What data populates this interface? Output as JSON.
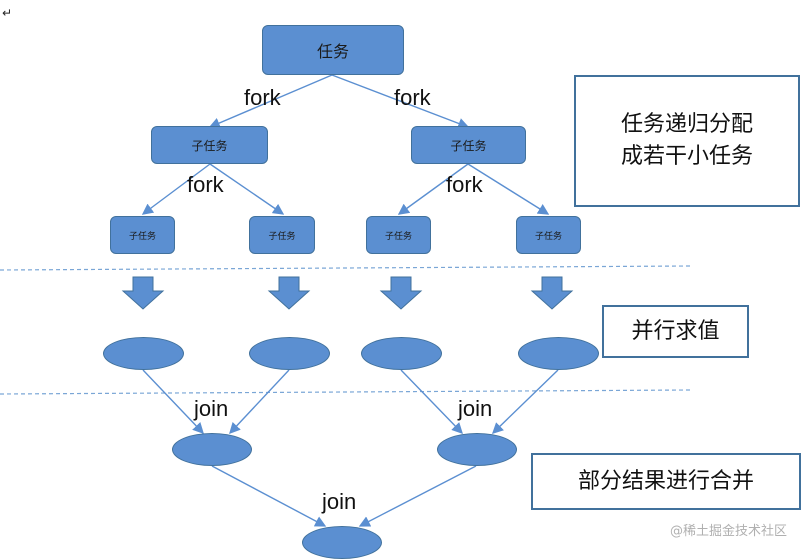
{
  "diagram": {
    "root": {
      "label": "任务"
    },
    "subtasks": [
      {
        "label": "子任务"
      },
      {
        "label": "子任务"
      }
    ],
    "leaf_tasks": [
      {
        "label": "子任务"
      },
      {
        "label": "子任务"
      },
      {
        "label": "子任务"
      },
      {
        "label": "子任务"
      }
    ],
    "edge_labels": {
      "fork_left": "fork",
      "fork_right": "fork",
      "fork_sub_left": "fork",
      "fork_sub_right": "fork",
      "join_left": "join",
      "join_right": "join",
      "join_final": "join"
    },
    "notes": {
      "split": "任务递归分配\n成若干小任务",
      "parallel": "并行求值",
      "merge": "部分结果进行合并"
    },
    "marker": "↵",
    "watermark": "@稀土掘金技术社区",
    "colors": {
      "node_fill": "#5b8fd1",
      "node_border": "#41719c",
      "dashed": "#7aa6d6"
    }
  }
}
